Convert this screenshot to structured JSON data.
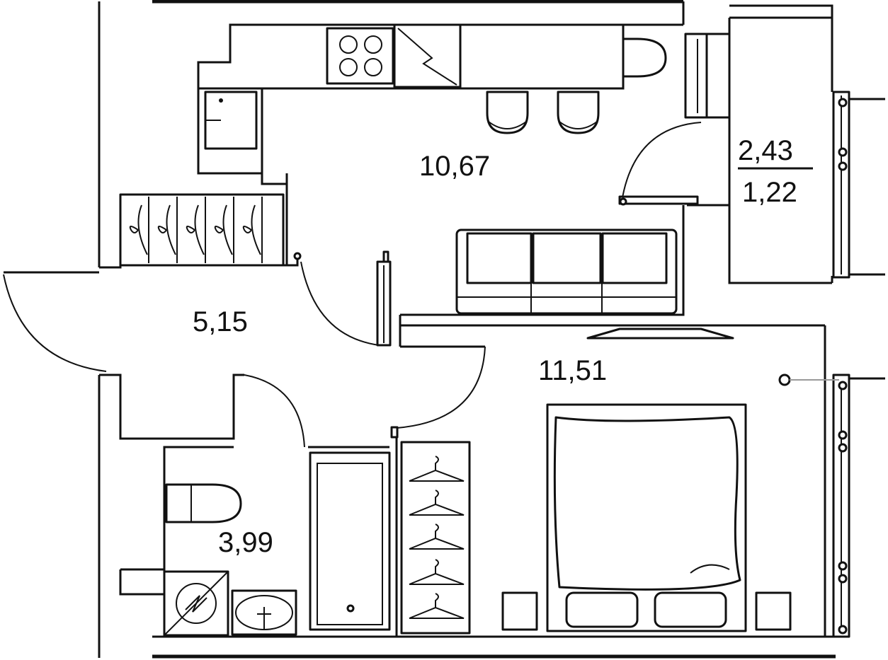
{
  "rooms": {
    "kitchen": {
      "area": "10,67"
    },
    "hall": {
      "area": "5,15"
    },
    "bathroom": {
      "area": "3,99"
    },
    "bedroom": {
      "area": "11,51"
    },
    "balcony": {
      "area_top": "2,43",
      "area_bottom": "1,22"
    }
  },
  "colors": {
    "line": "#111111",
    "background": "#ffffff"
  }
}
